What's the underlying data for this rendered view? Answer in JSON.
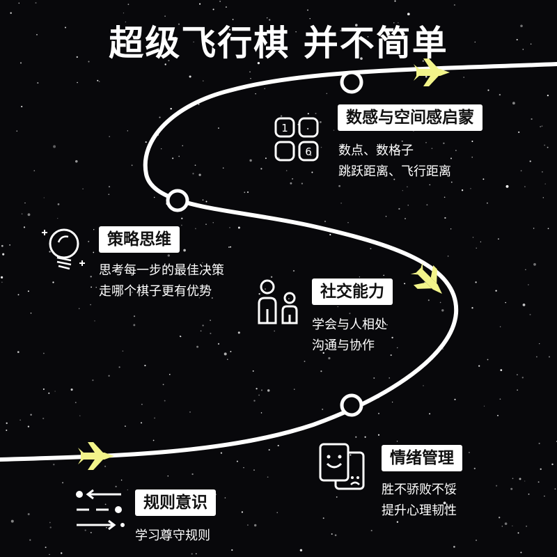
{
  "title": "超级飞行棋 并不简单",
  "colors": {
    "background": "#08080b",
    "path": "#ffffff",
    "plane": "#f2f48a",
    "label_bg": "#ffffff",
    "label_text": "#111111",
    "text": "#ffffff"
  },
  "sections": [
    {
      "id": "numbers",
      "label": "数感与空间感启蒙",
      "lines": [
        "数点、数格子",
        "跳跃距离、飞行距离"
      ],
      "icon": "dice-numbers-icon"
    },
    {
      "id": "strategy",
      "label": "策略思维",
      "lines": [
        "思考每一步的最佳决策",
        "走哪个棋子更有优势"
      ],
      "icon": "lightbulb-icon"
    },
    {
      "id": "social",
      "label": "社交能力",
      "lines": [
        "学会与人相处",
        "沟通与协作"
      ],
      "icon": "people-icon"
    },
    {
      "id": "emotion",
      "label": "情绪管理",
      "lines": [
        "胜不骄败不馁",
        "提升心理韧性"
      ],
      "icon": "emotion-faces-icon"
    },
    {
      "id": "rules",
      "label": "规则意识",
      "lines": [
        "学习尊守规则"
      ],
      "icon": "rules-arrows-icon"
    }
  ]
}
